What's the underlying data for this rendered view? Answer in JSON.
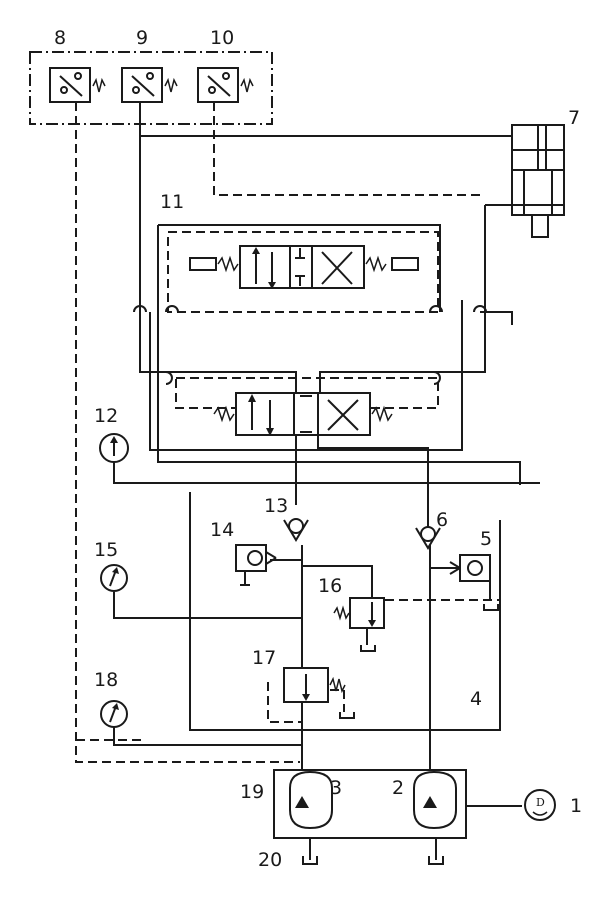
{
  "labels": {
    "n1": "1",
    "n2": "2",
    "n3": "3",
    "n4": "4",
    "n5": "5",
    "n6": "6",
    "n7": "7",
    "n8": "8",
    "n9": "9",
    "n10": "10",
    "n11": "11",
    "n12": "12",
    "n13": "13",
    "n14": "14",
    "n15": "15",
    "n16": "16",
    "n17": "17",
    "n18": "18",
    "n19": "19",
    "n20": "20"
  },
  "motor_symbol": "D"
}
